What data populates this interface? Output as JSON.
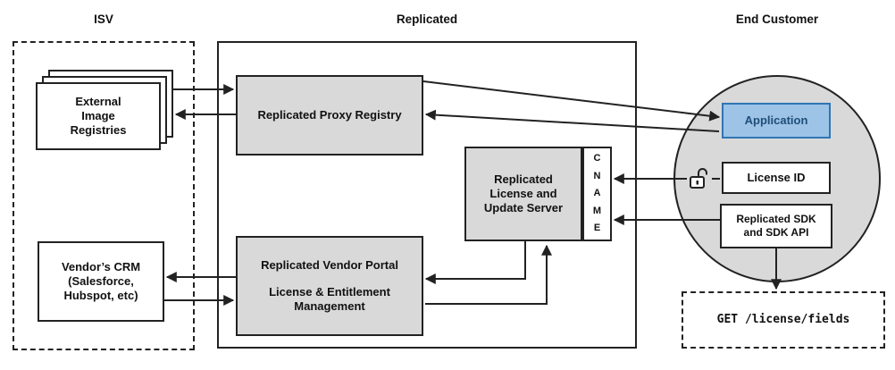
{
  "sections": {
    "isv": "ISV",
    "replicated": "Replicated",
    "end_customer": "End Customer"
  },
  "nodes": {
    "external_registries": "External\nImage\nRegistries",
    "vendors_crm": "Vendor’s CRM\n(Salesforce,\nHubspot, etc)",
    "proxy_registry": "Replicated Proxy Registry",
    "license_update_server": "Replicated\nLicense and\nUpdate Server",
    "cname": "C\nN\nA\nM\nE",
    "vendor_portal_title": "Replicated Vendor Portal",
    "vendor_portal_subtitle": "License & Entitlement\nManagement",
    "application": "Application",
    "license_id": "License ID",
    "replicated_sdk": "Replicated SDK\nand SDK API",
    "get_request": "GET /license/fields"
  },
  "icons": {
    "unlock_icon": "open-padlock"
  },
  "colors": {
    "line": "#222222",
    "node_gray": "#d9d9d9",
    "circle_gray": "#d9d9d9",
    "application_fill": "#9dc3e6",
    "application_border": "#2e75b6",
    "application_text": "#1f4e79"
  }
}
